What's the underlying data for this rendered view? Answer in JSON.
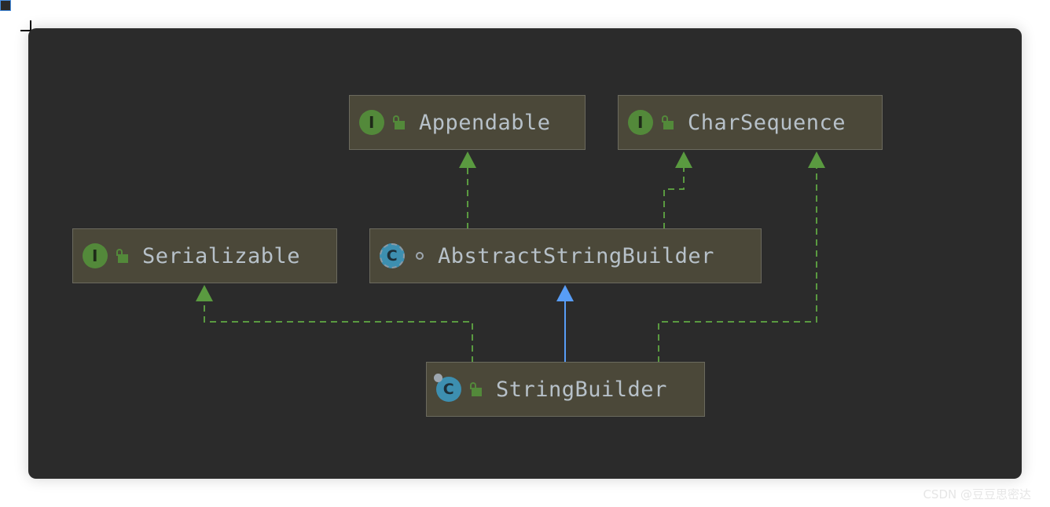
{
  "diagram": {
    "nodes": [
      {
        "id": "appendable",
        "label": "Appendable",
        "kind": "interface",
        "icon": "interface-icon",
        "icon_letter": "I",
        "visibility_icon": "unlock-icon"
      },
      {
        "id": "charsequence",
        "label": "CharSequence",
        "kind": "interface",
        "icon": "interface-icon",
        "icon_letter": "I",
        "visibility_icon": "unlock-icon"
      },
      {
        "id": "serializable",
        "label": "Serializable",
        "kind": "interface",
        "icon": "interface-icon",
        "icon_letter": "I",
        "visibility_icon": "unlock-icon"
      },
      {
        "id": "abstractstringbuilder",
        "label": "AbstractStringBuilder",
        "kind": "abstract-class",
        "icon": "abstract-class-icon",
        "icon_letter": "C",
        "visibility_icon": "package-private-icon"
      },
      {
        "id": "stringbuilder",
        "label": "StringBuilder",
        "kind": "final-class",
        "icon": "final-class-icon",
        "icon_letter": "C",
        "visibility_icon": "unlock-icon"
      }
    ],
    "edges": [
      {
        "from": "abstractstringbuilder",
        "to": "appendable",
        "relation": "implements"
      },
      {
        "from": "abstractstringbuilder",
        "to": "charsequence",
        "relation": "implements"
      },
      {
        "from": "stringbuilder",
        "to": "serializable",
        "relation": "implements"
      },
      {
        "from": "stringbuilder",
        "to": "abstractstringbuilder",
        "relation": "extends"
      },
      {
        "from": "stringbuilder",
        "to": "charsequence",
        "relation": "implements"
      }
    ]
  },
  "colors": {
    "panel_background": "#2b2b2b",
    "node_background": "#4b4839",
    "interface_icon": "#53893a",
    "class_icon": "#3d8fb0",
    "implements_edge": "#5a9a40",
    "extends_edge": "#589df6"
  },
  "watermark": "CSDN @豆豆思密达"
}
